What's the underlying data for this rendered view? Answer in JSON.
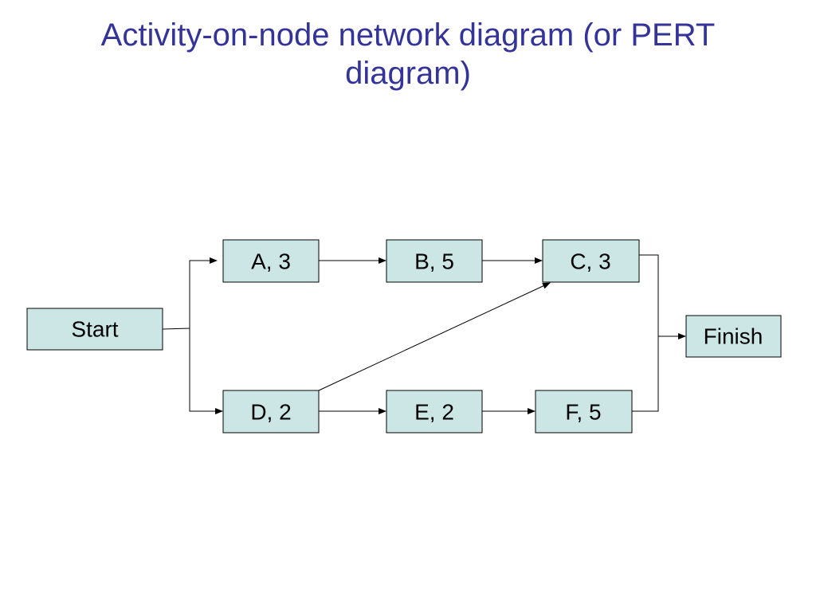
{
  "title": {
    "line1": "Activity-on-node network diagram (or PERT",
    "line2": "diagram)"
  },
  "colors": {
    "title": "#333399",
    "node_fill": "#cce6e6",
    "node_border": "#000000",
    "edge": "#000000"
  },
  "nodes": {
    "start": "Start",
    "a": "A, 3",
    "b": "B, 5",
    "c": "C, 3",
    "d": "D, 2",
    "e": "E, 2",
    "f": "F, 5",
    "finish": "Finish"
  },
  "edges": [
    {
      "from": "Start",
      "to": "A, 3"
    },
    {
      "from": "Start",
      "to": "D, 2"
    },
    {
      "from": "A, 3",
      "to": "B, 5"
    },
    {
      "from": "B, 5",
      "to": "C, 3"
    },
    {
      "from": "D, 2",
      "to": "C, 3"
    },
    {
      "from": "D, 2",
      "to": "E, 2"
    },
    {
      "from": "E, 2",
      "to": "F, 5"
    },
    {
      "from": "C, 3",
      "to": "Finish"
    },
    {
      "from": "F, 5",
      "to": "Finish"
    }
  ]
}
